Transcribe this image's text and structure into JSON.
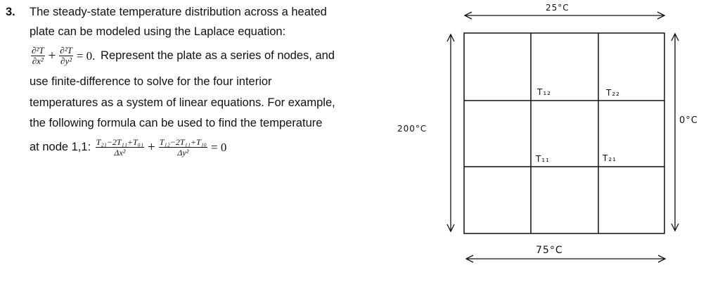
{
  "problem": {
    "number": "3.",
    "line1": "The steady-state temperature distribution across a heated",
    "line2": "plate can be modeled using the Laplace equation:",
    "eq1": {
      "num1": "∂²T",
      "den1": "∂x²",
      "plus": "+",
      "num2": "∂²T",
      "den2": "∂y²",
      "rhs": "= 0."
    },
    "line3_rest": " Represent the plate as a series of nodes, and",
    "line4": "use finite-difference to solve for the four interior",
    "line5": "temperatures as a system of linear equations. For example,",
    "line6": "the following formula can be used to find the temperature",
    "line7_prefix": "at node 1,1:",
    "eq2": {
      "num1": "T₂₁−2T₁₁+T₀₁",
      "den1": "Δx²",
      "plus": "+",
      "num2": "T₁₂−2T₁₁+T₁₀",
      "den2": "Δy²",
      "rhs": "= 0"
    }
  },
  "diagram": {
    "top_temp": "25°C",
    "bottom_temp": "75°C",
    "left_temp": "200°C",
    "right_temp": "0°C",
    "nodes": {
      "T11": "T₁₁",
      "T21": "T₂₁",
      "T12": "T₁₂",
      "T22": "T₂₂"
    }
  }
}
